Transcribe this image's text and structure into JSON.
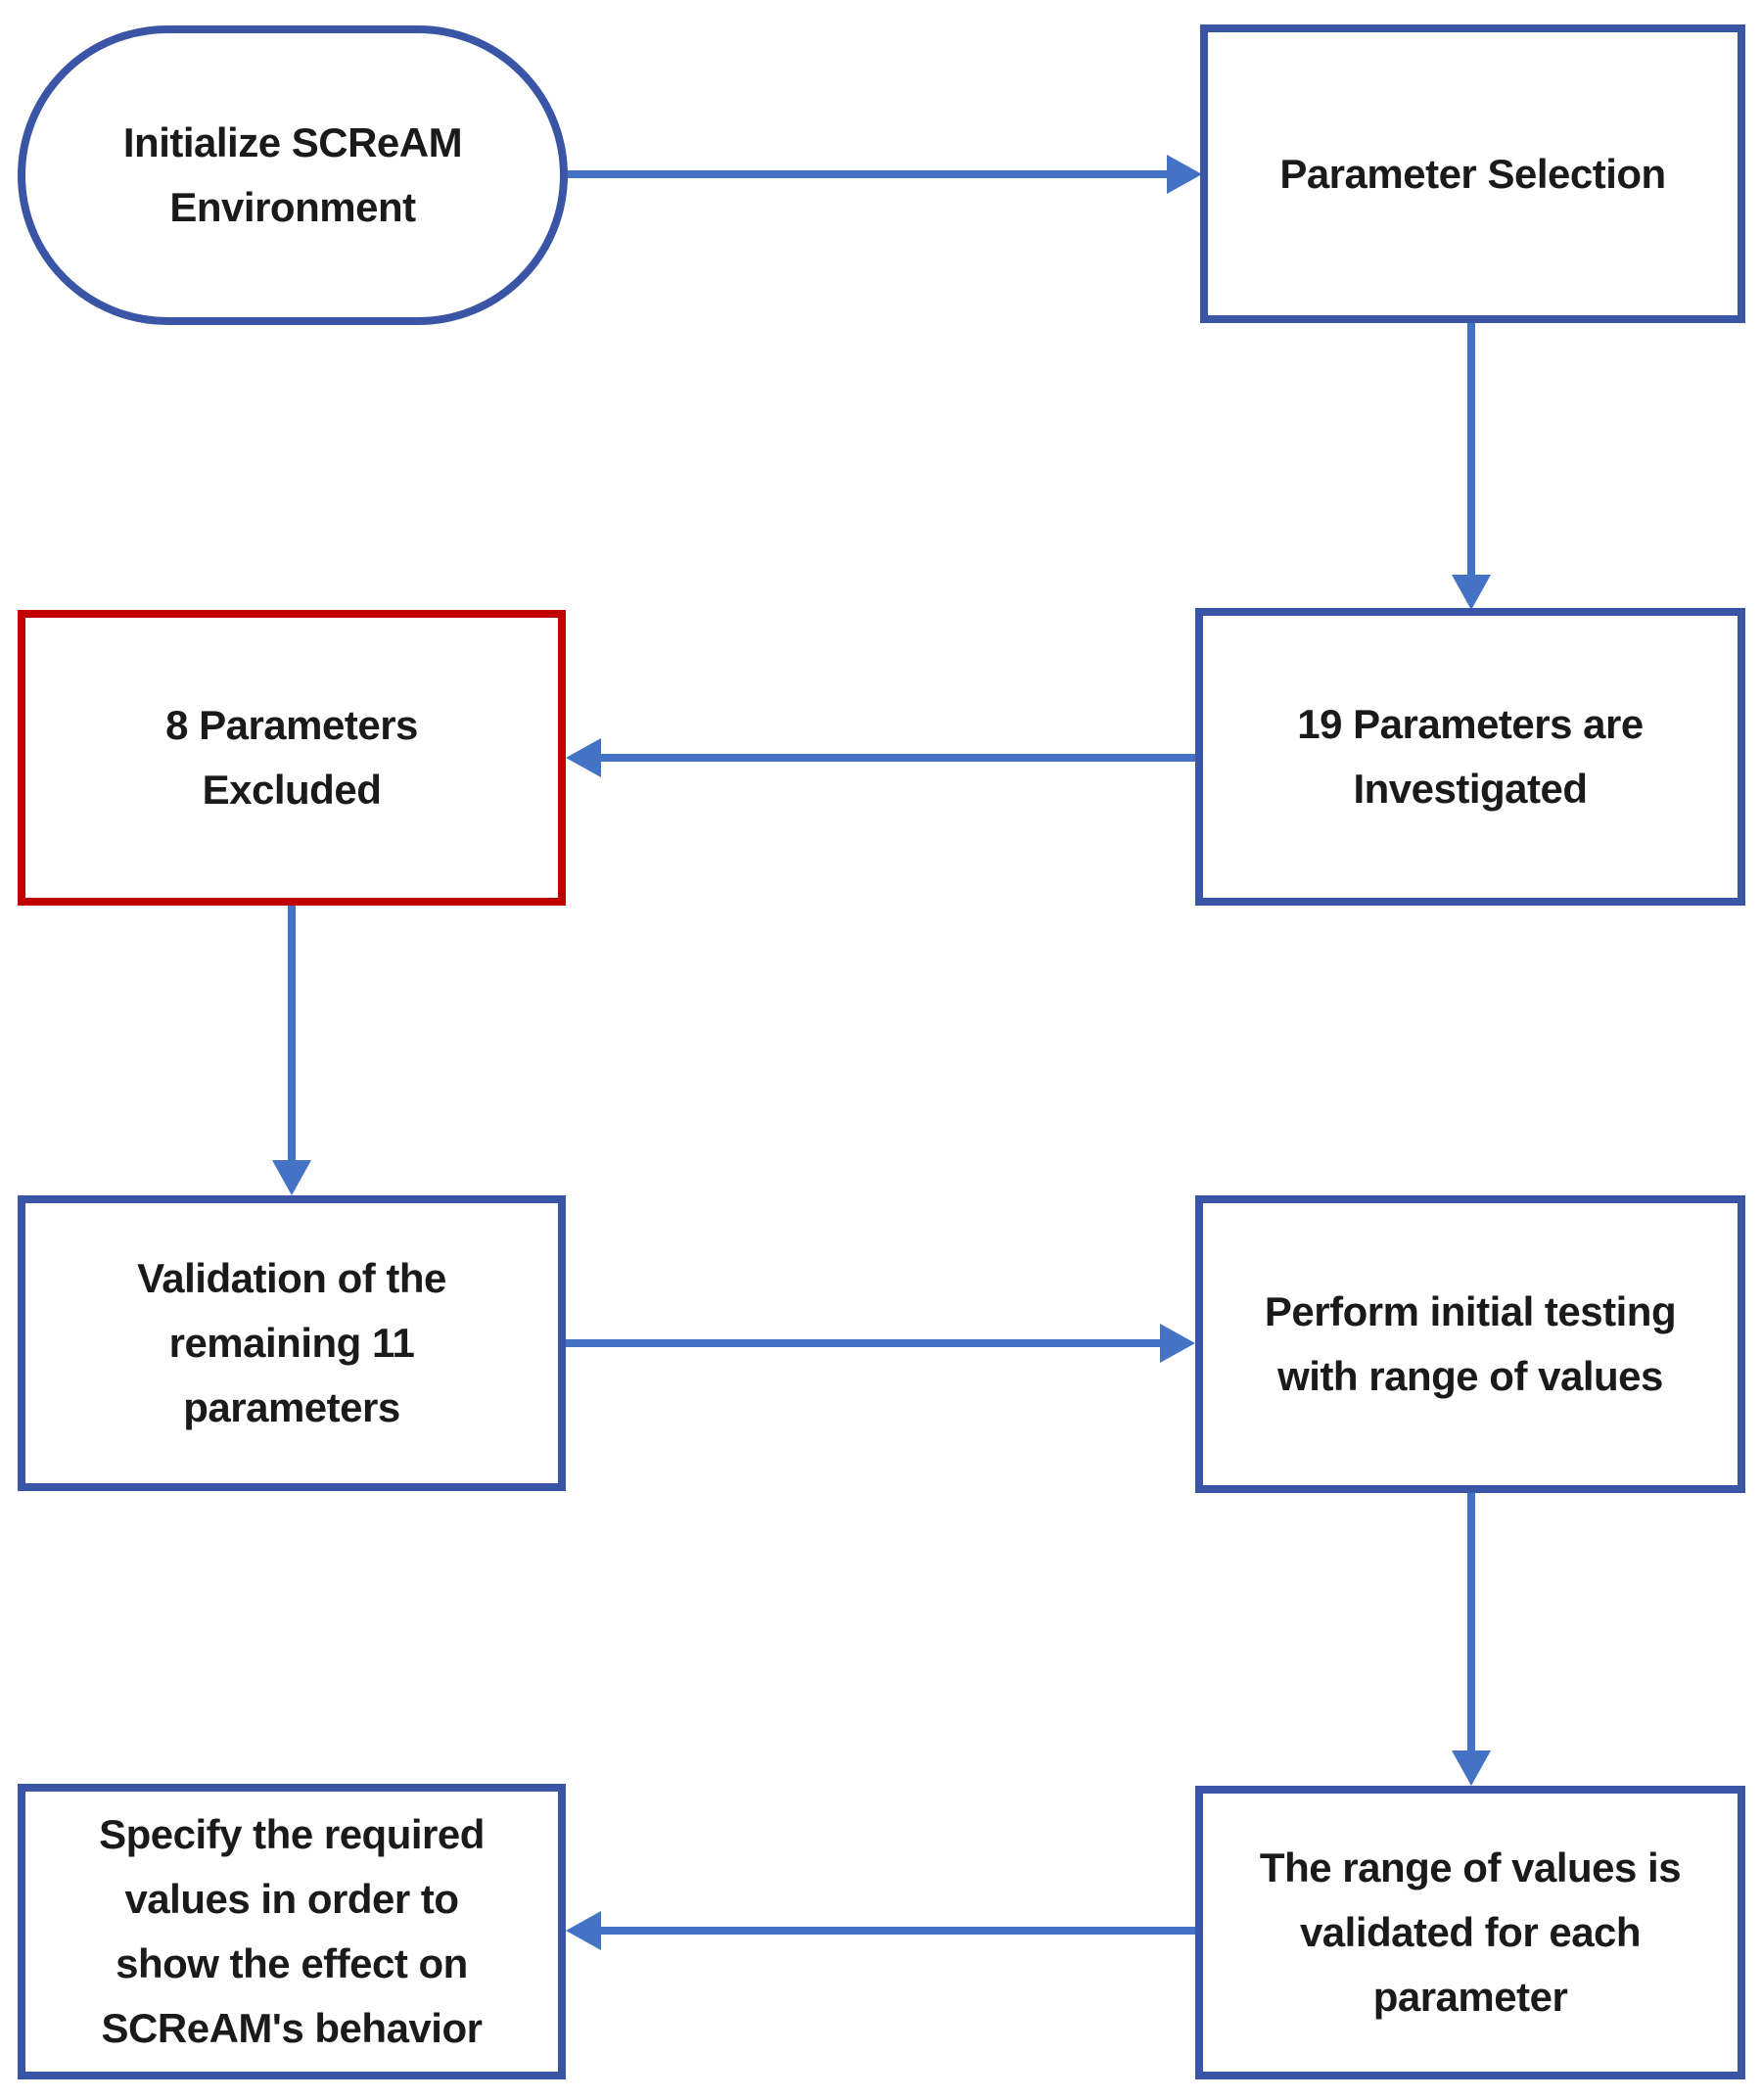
{
  "diagram": {
    "type": "flowchart",
    "colors": {
      "node_border": "#3A55A6",
      "excluded_border": "#C00000",
      "arrow": "#4472C4",
      "text": "#1A1A1A",
      "background": "#FFFFFF"
    },
    "nodes": {
      "init": {
        "shape": "terminator",
        "lines": [
          "Initialize SCReAM",
          "Environment"
        ],
        "label": "Initialize SCReAM Environment"
      },
      "param_selection": {
        "shape": "rectangle",
        "lines": [
          "Parameter Selection"
        ],
        "label": "Parameter Selection"
      },
      "investigated": {
        "shape": "rectangle",
        "lines": [
          "19 Parameters are",
          "Investigated"
        ],
        "label": "19 Parameters are Investigated"
      },
      "excluded": {
        "shape": "rectangle",
        "border": "red",
        "lines": [
          "8 Parameters",
          "Excluded"
        ],
        "label": "8 Parameters Excluded"
      },
      "validation": {
        "shape": "rectangle",
        "lines": [
          "Validation of the",
          "remaining 11",
          "parameters"
        ],
        "label": "Validation of the remaining 11 parameters"
      },
      "initial_testing": {
        "shape": "rectangle",
        "lines": [
          "Perform initial testing",
          "with range of values"
        ],
        "label": "Perform initial testing with range of values"
      },
      "range_validated": {
        "shape": "rectangle",
        "lines": [
          "The range of values is",
          "validated for each",
          "parameter"
        ],
        "label": "The range of values is validated for each parameter"
      },
      "specify": {
        "shape": "rectangle",
        "lines": [
          "Specify the required",
          "values in order to",
          "show the effect on",
          "SCReAM's behavior"
        ],
        "label": "Specify the required values in order to show the effect on SCReAM's behavior"
      }
    },
    "edges": [
      {
        "from": "init",
        "to": "param_selection",
        "direction": "right"
      },
      {
        "from": "param_selection",
        "to": "investigated",
        "direction": "down"
      },
      {
        "from": "investigated",
        "to": "excluded",
        "direction": "left"
      },
      {
        "from": "excluded",
        "to": "validation",
        "direction": "down"
      },
      {
        "from": "validation",
        "to": "initial_testing",
        "direction": "right"
      },
      {
        "from": "initial_testing",
        "to": "range_validated",
        "direction": "down"
      },
      {
        "from": "range_validated",
        "to": "specify",
        "direction": "left"
      }
    ]
  }
}
